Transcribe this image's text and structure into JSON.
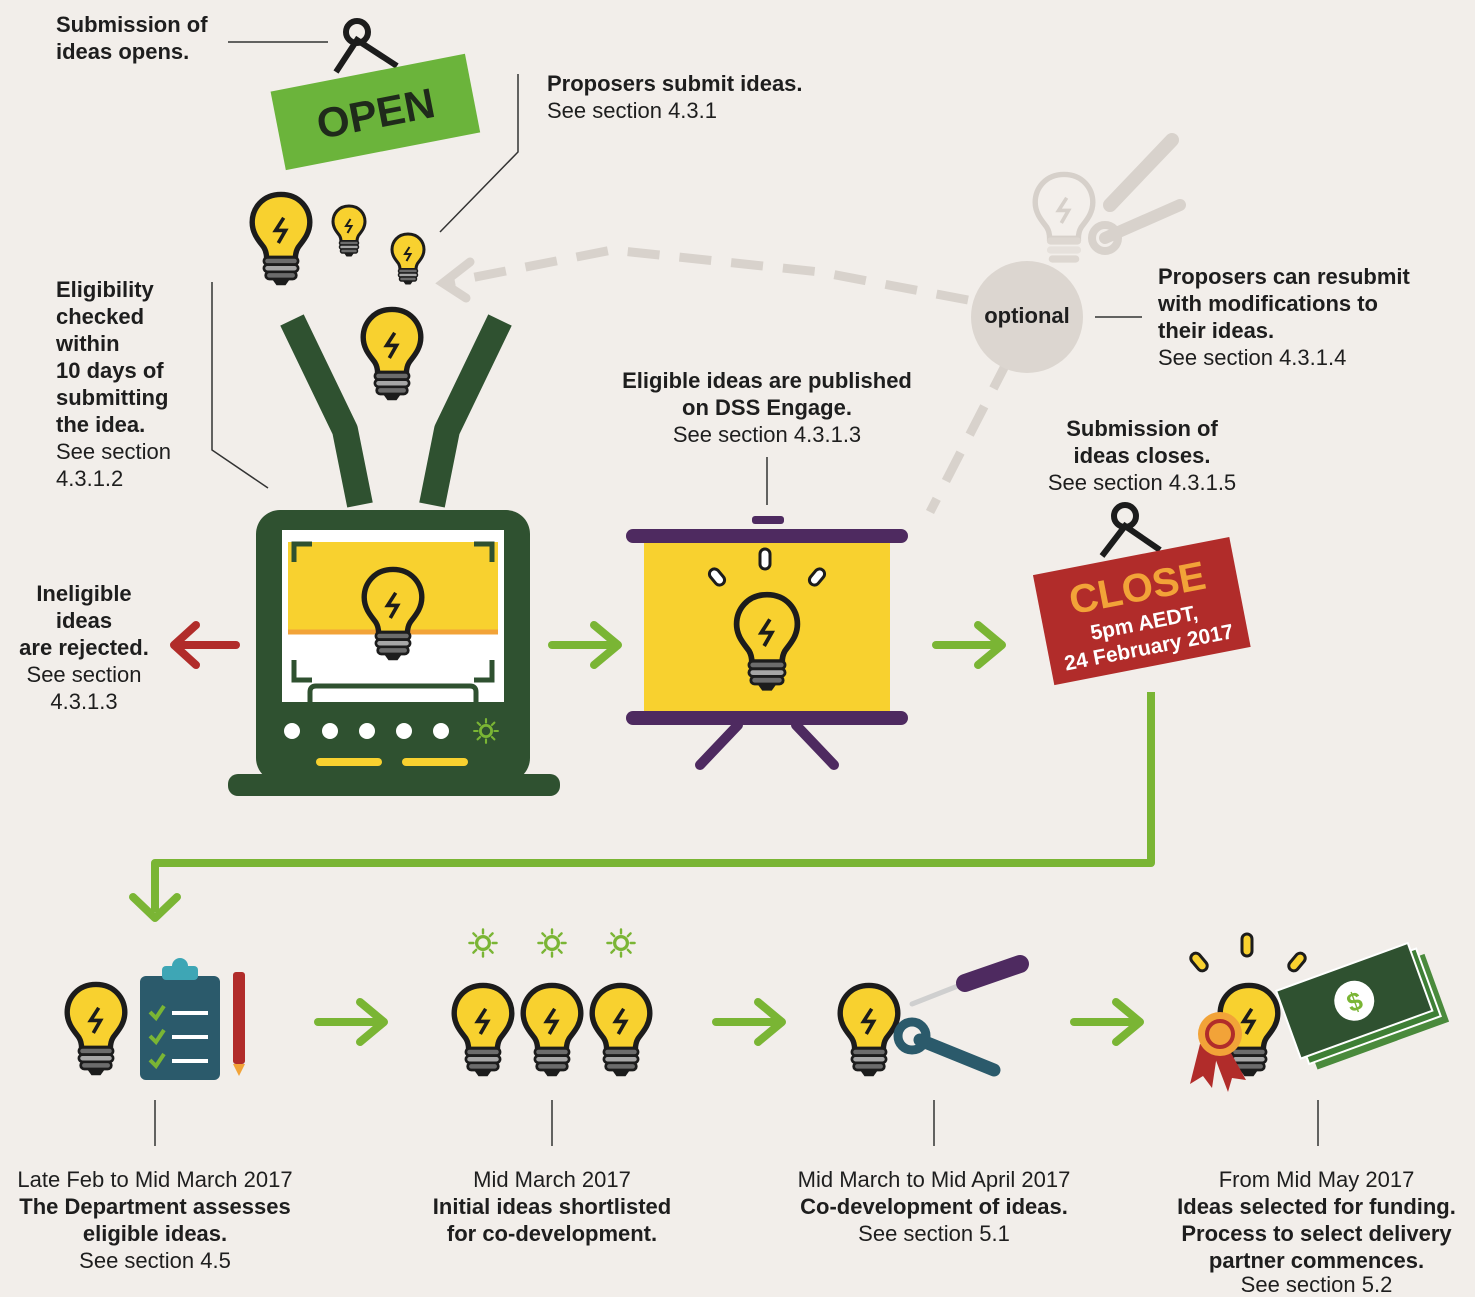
{
  "steps": {
    "open_label": [
      "Submission of",
      "ideas opens."
    ],
    "open_sign": "OPEN",
    "submit_title": "Proposers submit ideas.",
    "submit_ref": "See section 4.3.1",
    "eligibility_lines": [
      "Eligibility",
      "checked",
      "within",
      "10 days of",
      "submitting",
      "the idea."
    ],
    "eligibility_ref": [
      "See section",
      "4.3.1.2"
    ],
    "ineligible_lines": [
      "Ineligible",
      "ideas",
      "are rejected."
    ],
    "ineligible_ref": [
      "See section",
      "4.3.1.3"
    ],
    "published_lines": [
      "Eligible ideas are published",
      "on DSS Engage."
    ],
    "published_ref": "See section 4.3.1.3",
    "optional_label": "optional",
    "resubmit_lines": [
      "Proposers can resubmit",
      "with modifications to",
      "their ideas."
    ],
    "resubmit_ref": "See section 4.3.1.4",
    "close_label": [
      "Submission of",
      "ideas closes."
    ],
    "close_ref": "See section 4.3.1.5",
    "close_sign": "CLOSE",
    "close_time": "5pm AEDT,",
    "close_date": "24 February 2017"
  },
  "timeline": [
    {
      "date": "Late Feb to Mid March 2017",
      "title": [
        "The Department assesses",
        "eligible ideas."
      ],
      "ref": "See section 4.5"
    },
    {
      "date": "Mid March 2017",
      "title": [
        "Initial ideas shortlisted",
        "for co-development."
      ],
      "ref": ""
    },
    {
      "date": "Mid March to Mid April 2017",
      "title": [
        "Co-development of ideas."
      ],
      "ref": "See section 5.1"
    },
    {
      "date": "From Mid May 2017",
      "title": [
        "Ideas selected for funding.",
        "Process to select delivery",
        "partner commences."
      ],
      "ref": "See section 5.2"
    }
  ],
  "colors": {
    "background": "#f2eeea",
    "green": "#7ab534",
    "dark_green": "#2f5130",
    "yellow": "#f8d12f",
    "purple": "#4e2a60",
    "red": "#b12c2a",
    "orange": "#f2a338",
    "teal": "#2b5a6b",
    "grey_optional": "#dcd6d0"
  }
}
